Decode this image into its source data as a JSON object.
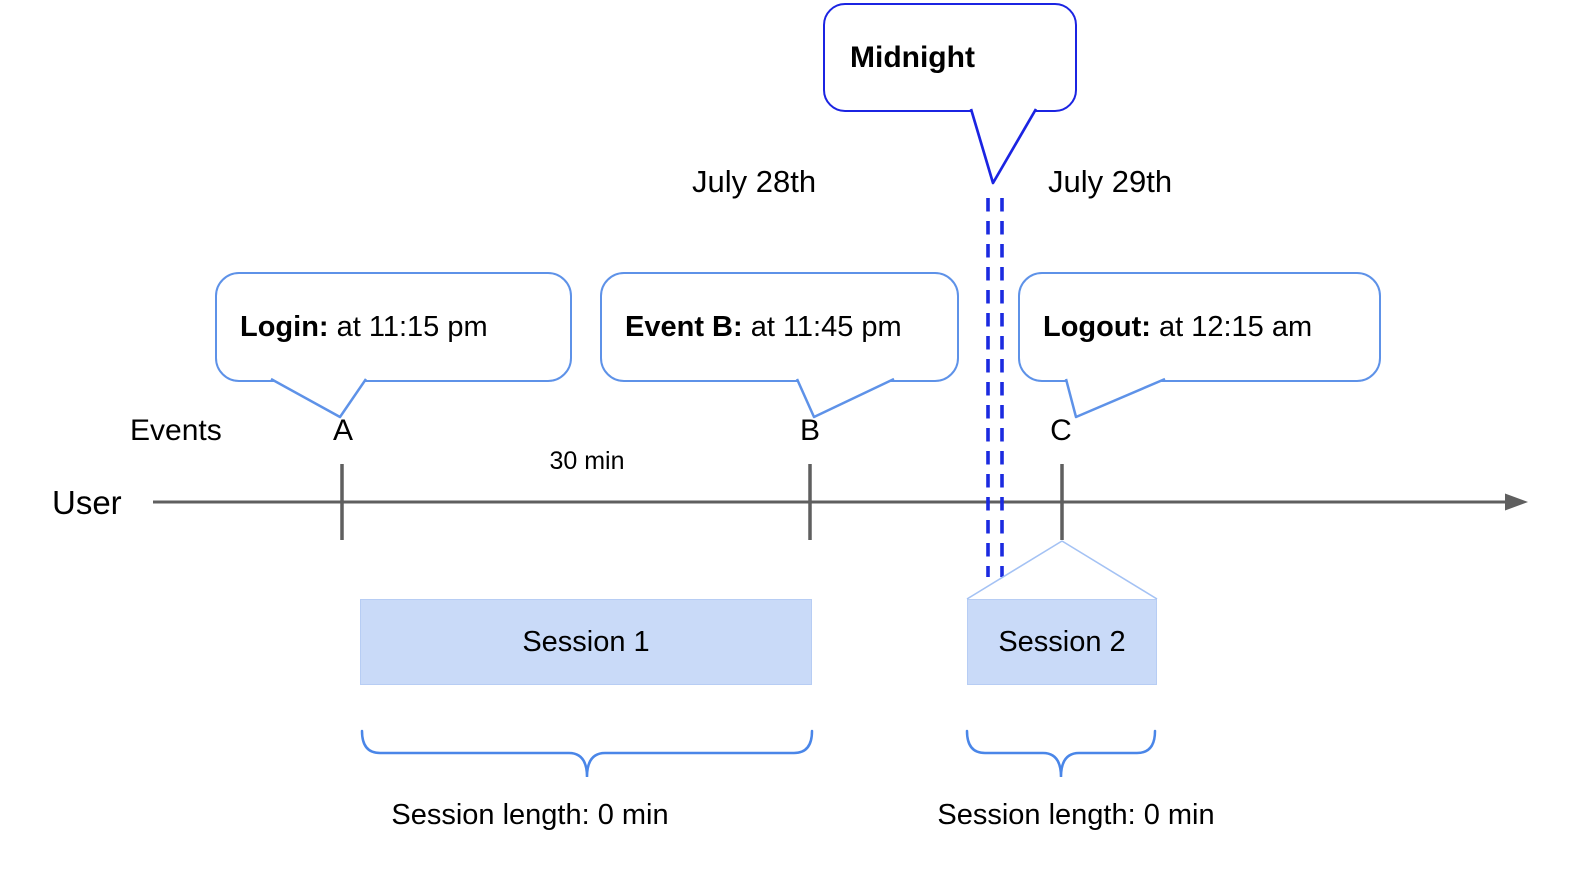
{
  "dates": {
    "left_label": "July 28th",
    "right_label": "July 29th"
  },
  "midnight": {
    "label": "Midnight"
  },
  "callouts": [
    {
      "bold": "Login:",
      "rest": " at 11:15 pm"
    },
    {
      "bold": "Event B:",
      "rest": " at 11:45 pm"
    },
    {
      "bold": "Logout:",
      "rest": " at 12:15 am"
    }
  ],
  "axis": {
    "user_label": "User",
    "events_label": "Events",
    "interval_label": "30 min",
    "markers": [
      {
        "label": "A"
      },
      {
        "label": "B"
      },
      {
        "label": "C"
      }
    ]
  },
  "sessions": [
    {
      "label": "Session 1",
      "length_label": "Session length: 0 min"
    },
    {
      "label": "Session 2",
      "length_label": "Session length: 0 min"
    }
  ],
  "colors": {
    "callout_border": "#5e92e8",
    "midnight_border": "#1b24e2",
    "dashed_line": "#1b2ae0",
    "session_fill": "#c9daf8",
    "session_border": "#b7cdf4",
    "brace": "#4a86e8",
    "funnel_line": "#a4c2f4",
    "axis_gray": "#5f5f5f",
    "text": "#000000"
  }
}
